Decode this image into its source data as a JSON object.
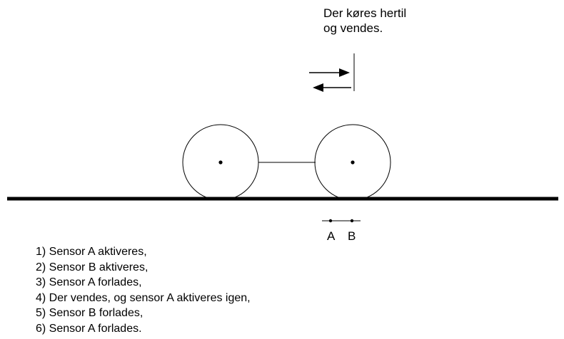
{
  "note": {
    "line1": "Der køres hertil",
    "line2": "og vendes."
  },
  "sensors": {
    "a_label": "A",
    "b_label": "B"
  },
  "steps": [
    "1) Sensor A aktiveres,",
    "2) Sensor B aktiveres,",
    "3) Sensor A forlades,",
    "4) Der vendes, og sensor A aktiveres igen,",
    "5) Sensor B forlades,",
    "6) Sensor A forlades."
  ],
  "colors": {
    "ink": "#000000",
    "background": "#ffffff"
  }
}
